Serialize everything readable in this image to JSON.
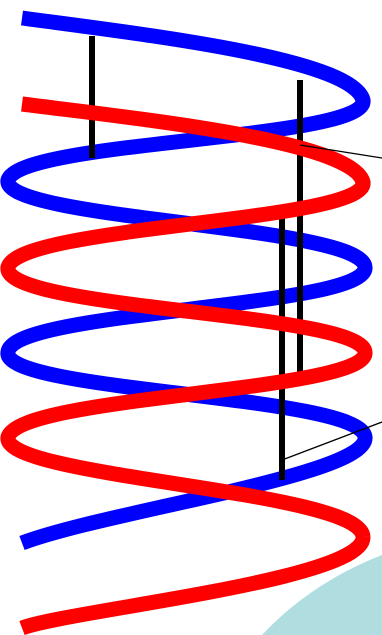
{
  "diagram": {
    "colors": {
      "background": "#ffffff",
      "strand_blue": "#0000ff",
      "strand_red": "#ff0000",
      "rung": "#000000",
      "leader_line": "#000000",
      "corner_shape": "#b0dde0"
    },
    "strands": [
      {
        "id": "blue",
        "color": "#0000ff"
      },
      {
        "id": "red",
        "color": "#ff0000"
      }
    ],
    "rung_count": 3,
    "leader_line_count": 2,
    "labels": []
  }
}
